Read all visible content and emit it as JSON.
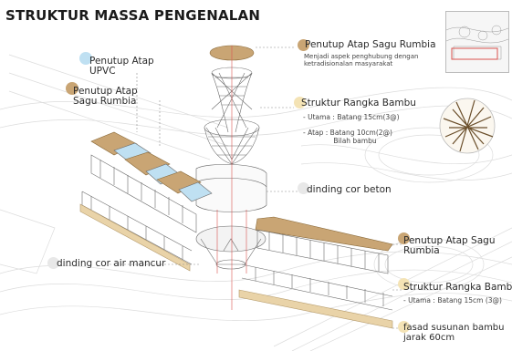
{
  "title": "STRUKTUR MASSA PENGENALAN",
  "labels": {
    "penutup_upvc": "Penutup Atap\nUPVC",
    "penutup_sagu_left": "Penutup Atap\nSagu Rumbia",
    "penutup_sagu_top": "Penutup Atap Sagu Rumbia",
    "penutup_sagu_top_note": "Menjadi aspek penghubung dengan\nketradisionalan masyarakat",
    "rangka_bambu_top": "Struktur Rangka Bambu",
    "rangka_bambu_top_spec1": "- Utama : Batang 15cm(3@)",
    "rangka_bambu_top_spec2": "- Atap : Batang 10cm(2@)\n              Bilah bambu",
    "dinding_cor_beton": "dinding cor beton",
    "dinding_cor_air_mancur": "dinding cor air mancur",
    "penutup_sagu_right": "Penutup Atap Sagu\nRumbia",
    "rangka_bambu_right": "Struktur Rangka Bambu",
    "rangka_bambu_right_spec": "- Utama : Batang 15cm (3@)",
    "fasad": "fasad susunan bambu\njarak 60cm"
  },
  "colors": {
    "thatch": "#c9a574",
    "upvc": "#bfe0f2",
    "bamboo_fill": "#e9d3a8",
    "line": "#6b6b6b",
    "leader": "#d9534f"
  }
}
